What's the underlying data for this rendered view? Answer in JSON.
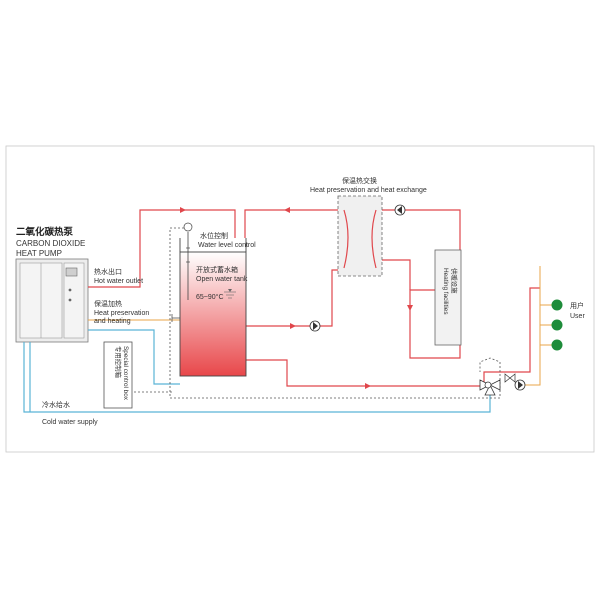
{
  "heat_pump": {
    "title_cn": "二氧化碳热泵",
    "title_en_line1": "CARBON DIOXIDE",
    "title_en_line2": "HEAT PUMP"
  },
  "hot_water_outlet": {
    "cn": "热水出口",
    "en": "Hot water outlet"
  },
  "heat_preservation": {
    "cn": "保温加热",
    "en_line1": "Heat preservation",
    "en_line2": "and heating"
  },
  "water_level_control": {
    "cn": "水位控制",
    "en": "Water level control"
  },
  "open_tank": {
    "cn": "开放式蓄水箱",
    "en": "Open water tank",
    "temperature": "65~90°C"
  },
  "control_box": {
    "cn": "专用控制箱",
    "en": "Special control box"
  },
  "heat_exchange": {
    "cn": "保温热交换",
    "en": "Heat preservation and heat exchange"
  },
  "heating_facilities": {
    "en": "Heating facilities",
    "cn": "供暖设施"
  },
  "user": {
    "cn": "用户",
    "en": "User"
  },
  "cold_water": {
    "cn": "冷水给水",
    "en": "Cold water supply"
  },
  "colors": {
    "hot_pipe": "#e0474c",
    "cold_pipe": "#5ab4d6",
    "power_line": "#e8a64a",
    "control_line": "#555555",
    "user_node": "#1e8c3a",
    "tank_fill_top": "#ffffff",
    "tank_fill_bottom": "#e8474a"
  }
}
